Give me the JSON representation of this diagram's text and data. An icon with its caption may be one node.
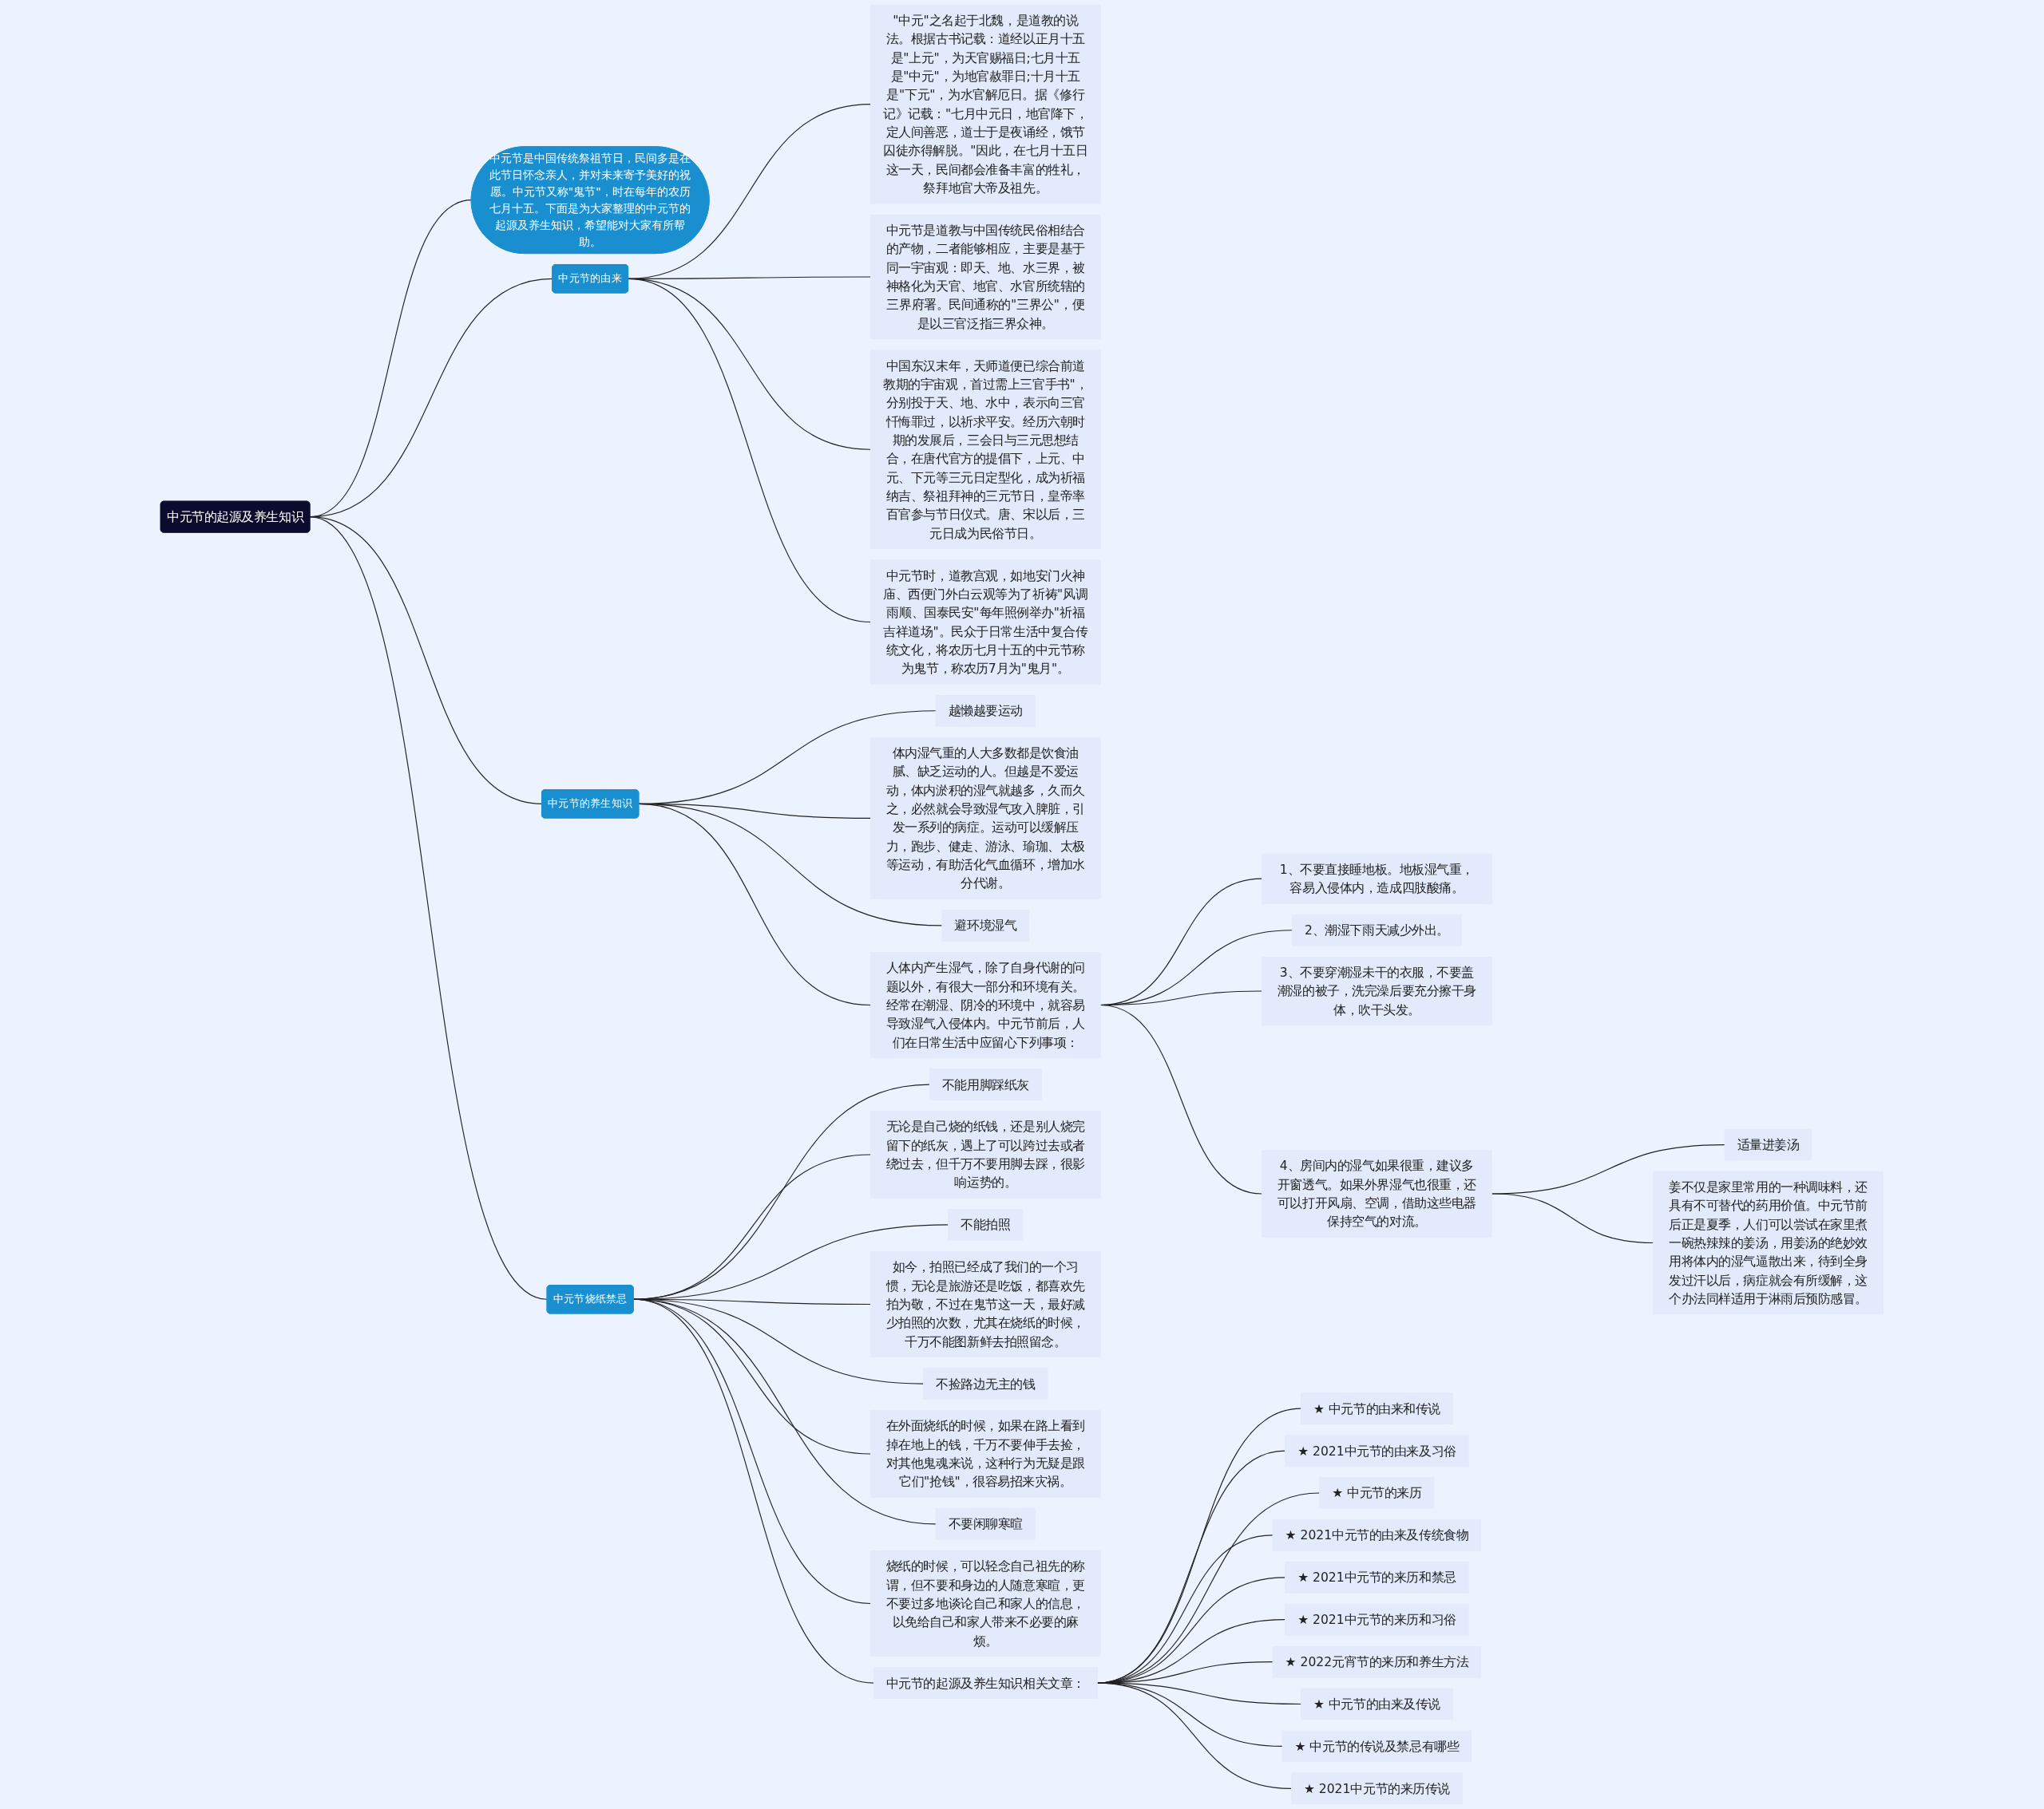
{
  "diagram": {
    "nodes": [
      {
        "text": [
          "中元节的起源及养生知识"
        ]
      },
      {
        "text": [
          "中元节是中国传统祭祖节日，民间多是在此节日怀念亲人，并对未来寄予美好的祝愿。中元节又称\"鬼节\"，时在每年的农历七月十五。下面是为大家整理的中元节的起源及养生知识，希望能对大家有所帮助。"
        ]
      },
      {
        "text": [
          "中元节的由来"
        ]
      },
      {
        "text": [
          "\"中元\"之名起于北魏，是道教的说法。根据古书记载：道经以正月十五是\"上元\"，为天官赐福日;七月十五是\"中元\"，为地官赦罪日;十月十五是\"下元\"，为水官解厄日。据《修行记》记载：\"七月中元日，地官降下，定人间善恶，道士于是夜诵经，饿节囚徒亦得解脱。\"因此，在七月十五日这一天，民间都会准备丰富的牲礼，祭拜地官大帝及祖先。"
        ]
      },
      {
        "text": [
          "中元节是道教与中国传统民俗相结合的产物，二者能够相应，主要是基于同一宇宙观：即天、地、水三界，被神格化为天官、地官、水官所统辖的三界府署。民间通称的\"三界公\"，便是以三官泛指三界众神。"
        ]
      },
      {
        "text": [
          "中国东汉末年，天师道便已综合前道教期的宇宙观，首过需上三官手书\"，分别投于天、地、水中，表示向三官忏悔罪过，以祈求平安。经历六朝时期的发展后，三会日与三元思想结合，在唐代官方的提倡下，上元、中元、下元等三元日定型化，成为祈福纳吉、祭祖拜神的三元节日，皇帝率百官参与节日仪式。唐、宋以后，三元日成为民俗节日。"
        ]
      },
      {
        "text": [
          "中元节时，道教宫观，如地安门火神庙、西便门外白云观等为了祈祷\"风调雨顺、国泰民安\"每年照例举办\"祈福吉祥道场\"。民众于日常生活中复合传统文化，将农历七月十五的中元节称为鬼节，称农历7月为\"鬼月\"。"
        ]
      },
      {
        "text": [
          "中元节的养生知识"
        ]
      },
      {
        "text": [
          "越懒越要运动"
        ]
      },
      {
        "text": [
          "体内湿气重的人大多数都是饮食油腻、缺乏运动的人。但越是不爱运动，体内淤积的湿气就越多，久而久之，必然就会导致湿气攻入脾脏，引发一系列的病症。运动可以缓解压力，跑步、健走、游泳、瑜珈、太极等运动，有助活化气血循环，增加水分代谢。"
        ]
      },
      {
        "text": [
          "避环境湿气"
        ]
      },
      {
        "text": [
          "人体内产生湿气，除了自身代谢的问题以外，有很大一部分和环境有关。经常在潮湿、阴冷的环境中，就容易导致湿气入侵体内。中元节前后，人们在日常生活中应留心下列事项："
        ]
      },
      {
        "text": [
          "1、不要直接睡地板。地板湿气重，容易入侵体内，造成四肢酸痛。"
        ]
      },
      {
        "text": [
          "2、潮湿下雨天减少外出。"
        ]
      },
      {
        "text": [
          "3、不要穿潮湿未干的衣服，不要盖潮湿的被子，洗完澡后要充分擦干身体，吹干头发。"
        ]
      },
      {
        "text": [
          "4、房间内的湿气如果很重，建议多开窗透气。如果外界湿气也很重，还可以打开风扇、空调，借助这些电器保持空气的对流。"
        ]
      },
      {
        "text": [
          "适量进姜汤"
        ]
      },
      {
        "text": [
          "姜不仅是家里常用的一种调味料，还具有不可替代的药用价值。中元节前后正是夏季，人们可以尝试在家里煮一碗热辣辣的姜汤，用姜汤的绝妙效用将体内的湿气逼散出来，待到全身发过汗以后，病症就会有所缓解，这个办法同样适用于淋雨后预防感冒。"
        ]
      },
      {
        "text": [
          "中元节烧纸禁忌"
        ]
      },
      {
        "text": [
          "不能用脚踩纸灰"
        ]
      },
      {
        "text": [
          "无论是自己烧的纸钱，还是别人烧完留下的纸灰，遇上了可以跨过去或者绕过去，但千万不要用脚去踩，很影响运势的。"
        ]
      },
      {
        "text": [
          "不能拍照"
        ]
      },
      {
        "text": [
          "如今，拍照已经成了我们的一个习惯，无论是旅游还是吃饭，都喜欢先拍为敬，不过在鬼节这一天，最好减少拍照的次数，尤其在烧纸的时候，千万不能图新鲜去拍照留念。"
        ]
      },
      {
        "text": [
          "不捡路边无主的钱"
        ]
      },
      {
        "text": [
          "在外面烧纸的时候，如果在路上看到掉在地上的钱，千万不要伸手去捡，对其他鬼魂来说，这种行为无疑是跟它们\"抢钱\"，很容易招来灾祸。"
        ]
      },
      {
        "text": [
          "不要闲聊寒暄"
        ]
      },
      {
        "text": [
          "烧纸的时候，可以轻念自己祖先的称谓，但不要和身边的人随意寒暄，更不要过多地谈论自己和家人的信息，以免给自己和家人带来不必要的麻烦。"
        ]
      },
      {
        "text": [
          "中元节的起源及养生知识相关文章："
        ]
      },
      {
        "text": [
          "★ 中元节的由来和传说"
        ]
      },
      {
        "text": [
          "★ 2021中元节的由来及习俗"
        ]
      },
      {
        "text": [
          "★ 中元节的来历"
        ]
      },
      {
        "text": [
          "★ 2021中元节的由来及传统食物"
        ]
      },
      {
        "text": [
          "★ 2021中元节的来历和禁忌"
        ]
      },
      {
        "text": [
          "★ 2021中元节的来历和习俗"
        ]
      },
      {
        "text": [
          "★ 2022元宵节的来历和养生方法"
        ]
      },
      {
        "text": [
          "★ 中元节的由来及传说"
        ]
      },
      {
        "text": [
          "★ 中元节的传说及禁忌有哪些"
        ]
      },
      {
        "text": [
          "★ 2021中元节的来历传说"
        ]
      }
    ],
    "edges": [
      {
        "from": 0,
        "to": 1,
        "arrow": "none"
      },
      {
        "from": 0,
        "to": 2,
        "arrow": "none"
      },
      {
        "from": 2,
        "to": 3,
        "arrow": "none"
      },
      {
        "from": 2,
        "to": 4,
        "arrow": "none"
      },
      {
        "from": 2,
        "to": 5,
        "arrow": "none"
      },
      {
        "from": 2,
        "to": 6,
        "arrow": "none"
      },
      {
        "from": 0,
        "to": 7,
        "arrow": "none"
      },
      {
        "from": 7,
        "to": 8,
        "arrow": "none"
      },
      {
        "from": 7,
        "to": 9,
        "arrow": "none"
      },
      {
        "from": 7,
        "to": 10,
        "arrow": "none"
      },
      {
        "from": 7,
        "to": 11,
        "arrow": "none"
      },
      {
        "from": 11,
        "to": 12,
        "arrow": "none"
      },
      {
        "from": 11,
        "to": 13,
        "arrow": "none"
      },
      {
        "from": 11,
        "to": 14,
        "arrow": "none"
      },
      {
        "from": 11,
        "to": 15,
        "arrow": "none"
      },
      {
        "from": 15,
        "to": 16,
        "arrow": "none"
      },
      {
        "from": 15,
        "to": 17,
        "arrow": "none"
      },
      {
        "from": 0,
        "to": 18,
        "arrow": "none"
      },
      {
        "from": 18,
        "to": 19,
        "arrow": "none"
      },
      {
        "from": 18,
        "to": 20,
        "arrow": "none"
      },
      {
        "from": 18,
        "to": 21,
        "arrow": "none"
      },
      {
        "from": 18,
        "to": 22,
        "arrow": "none"
      },
      {
        "from": 18,
        "to": 23,
        "arrow": "none"
      },
      {
        "from": 18,
        "to": 24,
        "arrow": "none"
      },
      {
        "from": 18,
        "to": 25,
        "arrow": "none"
      },
      {
        "from": 18,
        "to": 26,
        "arrow": "none"
      },
      {
        "from": 18,
        "to": 27,
        "arrow": "none"
      },
      {
        "from": 27,
        "to": 28,
        "arrow": "none"
      },
      {
        "from": 27,
        "to": 29,
        "arrow": "none"
      },
      {
        "from": 27,
        "to": 30,
        "arrow": "none"
      },
      {
        "from": 27,
        "to": 31,
        "arrow": "none"
      },
      {
        "from": 27,
        "to": 32,
        "arrow": "none"
      },
      {
        "from": 27,
        "to": 33,
        "arrow": "none"
      },
      {
        "from": 27,
        "to": 34,
        "arrow": "none"
      },
      {
        "from": 27,
        "to": 35,
        "arrow": "none"
      },
      {
        "from": 27,
        "to": 36,
        "arrow": "none"
      },
      {
        "from": 27,
        "to": 37,
        "arrow": "none"
      }
    ]
  }
}
